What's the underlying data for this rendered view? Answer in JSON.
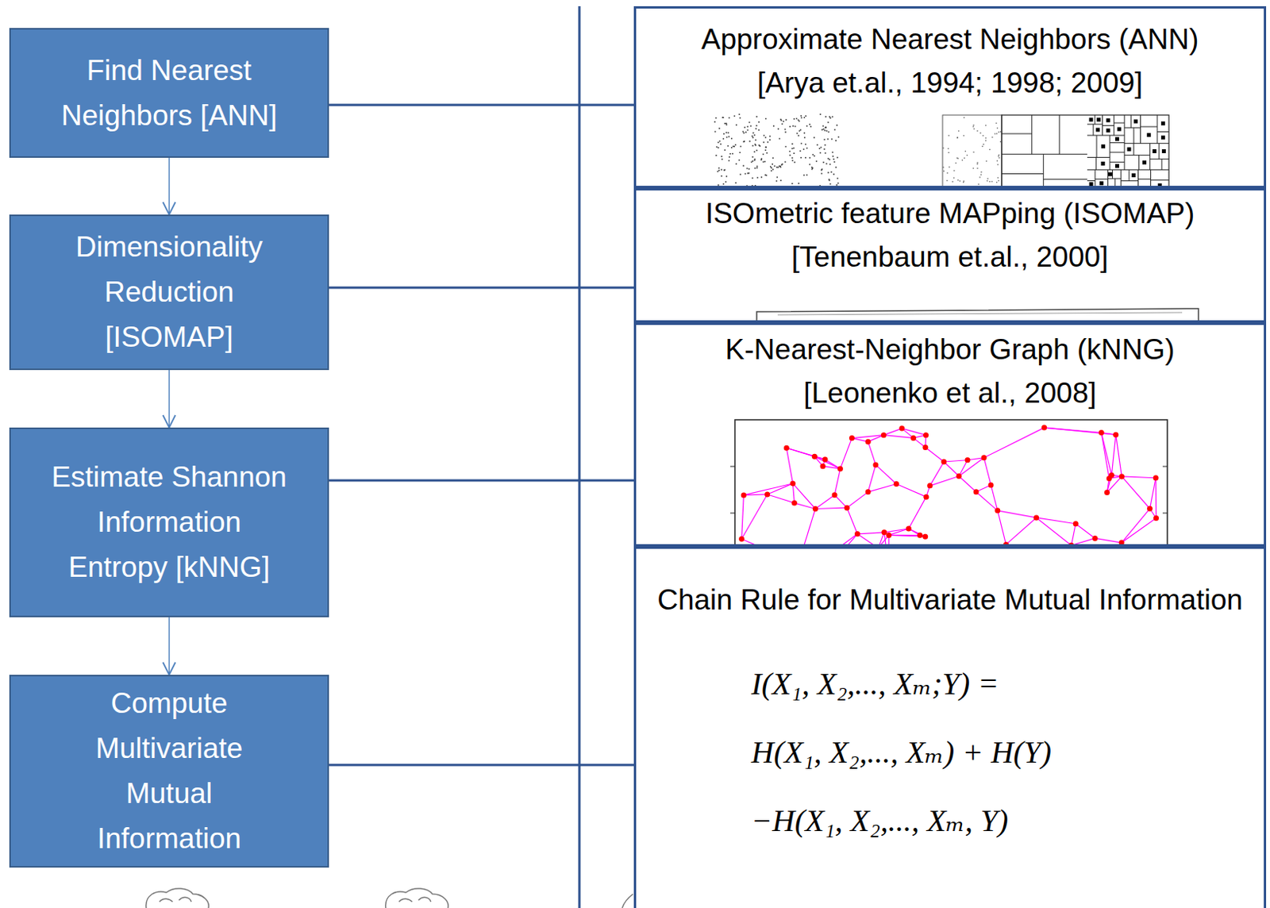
{
  "diagram": {
    "nodes": [
      {
        "text": [
          "Find Nearest Neighbors [ANN]"
        ]
      },
      {
        "text": [
          "Dimensionality Reduction [ISOMAP]"
        ]
      },
      {
        "text": [
          "Estimate Shannon Information Entropy [kNNG]"
        ]
      },
      {
        "text": [
          "Compute Multivariate Mutual Information"
        ]
      },
      {
        "text": [
          "Approximate Nearest Neighbors (ANN)",
          "[Arya et.al., 1994; 1998; 2009]"
        ]
      },
      {
        "text": [
          "ISOmetric feature MAPping (ISOMAP)",
          "[Tenenbaum et.al., 2000]"
        ]
      },
      {
        "text": [
          "K-Nearest-Neighbor Graph (kNNG)",
          "[Leonenko et al., 2008]"
        ]
      },
      {
        "text": [
          "Chain Rule for Multivariate Mutual Information",
          "I(X₁, X₂,..., Xₘ;Y) = H(X₁, X₂,..., Xₘ) + H(Y) −H(X₁, X₂,..., Xₘ, Y)"
        ]
      }
    ],
    "edges": [
      {
        "from": 0,
        "to": 1,
        "arrow": "to"
      },
      {
        "from": 1,
        "to": 2,
        "arrow": "to"
      },
      {
        "from": 2,
        "to": 3,
        "arrow": "to"
      },
      {
        "from": 0,
        "to": 4,
        "arrow": "none"
      },
      {
        "from": 1,
        "to": 5,
        "arrow": "none"
      },
      {
        "from": 2,
        "to": 6,
        "arrow": "none"
      },
      {
        "from": 3,
        "to": 7,
        "arrow": "none"
      }
    ]
  }
}
